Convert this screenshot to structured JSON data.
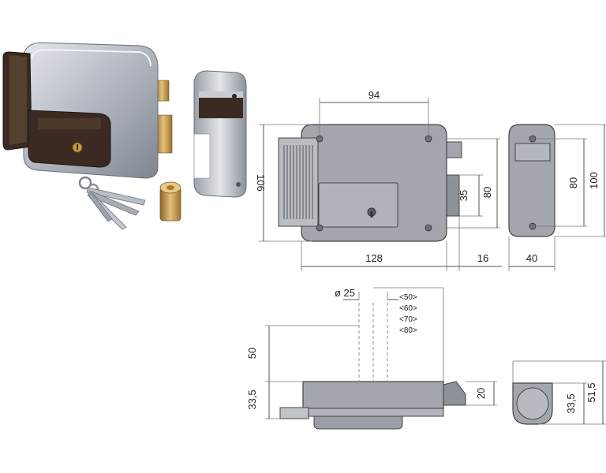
{
  "dimensions": {
    "front_width_holes": "94",
    "front_height": "106",
    "front_height_inner": "80",
    "bolt_height": "35",
    "body_width": "128",
    "bolt_projection": "16",
    "side_height_outer": "100",
    "side_height_inner": "80",
    "side_width": "40",
    "cylinder_diameter": "ø 25",
    "backset_1": "<50>",
    "backset_2": "<60>",
    "backset_3": "<70>",
    "backset_4": "<80>",
    "bottom_height_50": "50",
    "bottom_height_33_5": "33,5",
    "bottom_bolt_20": "20",
    "bottom_side_33_5": "33,5",
    "bottom_side_51_5": "51,5"
  },
  "colors": {
    "lock_body": "#a9adb5",
    "lock_body_dark": "#7e838c",
    "handle_brown": "#3b2a22",
    "brass": "#c89a45",
    "drawing_gray": "#a3a7ad"
  }
}
